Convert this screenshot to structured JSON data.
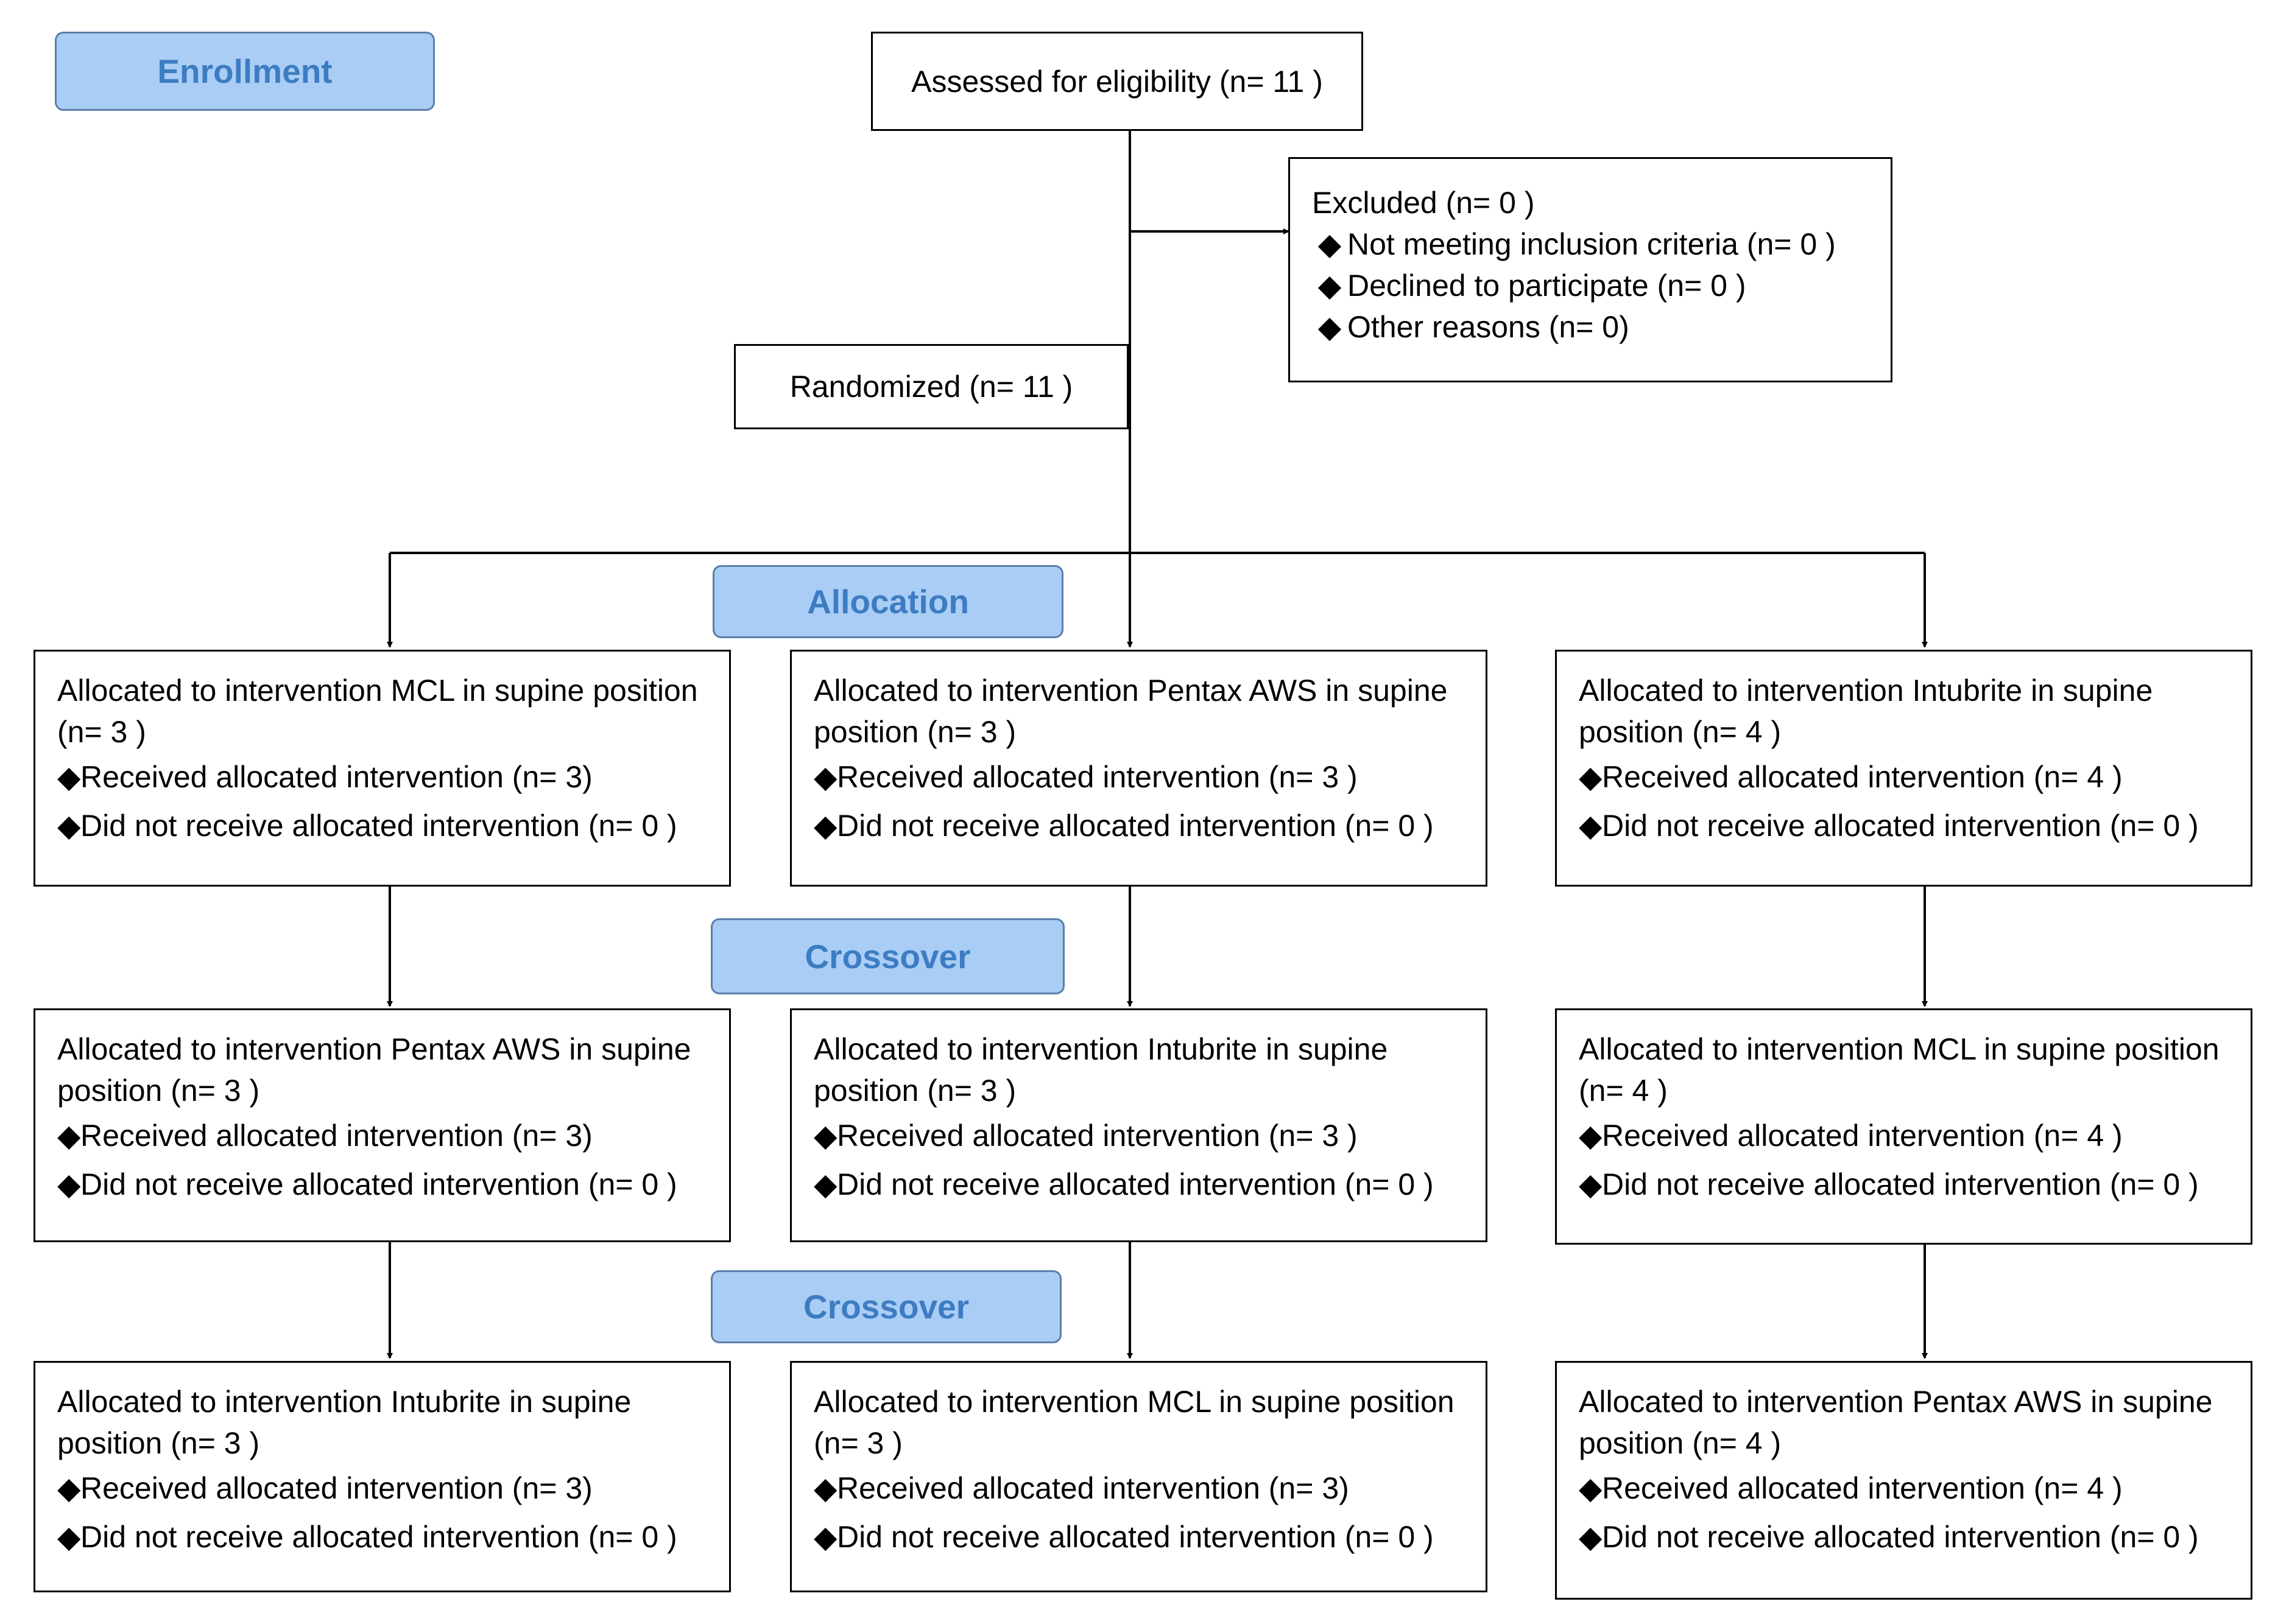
{
  "stages": {
    "enrollment": "Enrollment",
    "allocation": "Allocation",
    "crossover_1": "Crossover",
    "crossover_2": "Crossover"
  },
  "assessed": "Assessed for eligibility (n= 11 )",
  "excluded": {
    "title": "Excluded  (n= 0  )",
    "items": [
      "Not meeting inclusion criteria (n= 0 )",
      "Declined to participate (n= 0 )",
      "Other reasons (n=  0)"
    ]
  },
  "randomized": "Randomized (n= 11 )",
  "bullet_symbol": "◆",
  "rows": [
    [
      {
        "title": "Allocated to intervention MCL in supine position (n= 3 )",
        "received": "Received allocated intervention (n=  3)",
        "not_received": "Did not receive allocated intervention  (n= 0 )"
      },
      {
        "title": "Allocated to intervention Pentax AWS in supine position (n= 3 )",
        "received": "Received allocated intervention (n= 3 )",
        "not_received": "Did not receive allocated intervention  (n= 0 )"
      },
      {
        "title": "Allocated to intervention Intubrite in supine position (n= 4  )",
        "received": "Received allocated intervention (n= 4 )",
        "not_received": "Did not receive allocated intervention  (n= 0 )"
      }
    ],
    [
      {
        "title": "Allocated to intervention Pentax AWS in supine position (n= 3 )",
        "received": "Received allocated intervention (n=  3)",
        "not_received": "Did not receive allocated intervention  (n= 0 )"
      },
      {
        "title": "Allocated to intervention Intubrite in supine position (n= 3 )",
        "received": "Received allocated intervention (n= 3 )",
        "not_received": "Did not receive allocated intervention  (n= 0 )"
      },
      {
        "title": "Allocated to intervention MCL in supine position (n= 4  )",
        "received": "Received allocated intervention (n= 4 )",
        "not_received": "Did not receive allocated intervention  (n= 0 )"
      }
    ],
    [
      {
        "title": "Allocated to intervention Intubrite in supine position (n= 3 )",
        "received": "Received allocated intervention (n=  3)",
        "not_received": "Did not receive allocated intervention  (n= 0 )"
      },
      {
        "title": "Allocated to intervention MCL in supine position (n= 3 )",
        "received": "Received allocated intervention (n=  3)",
        "not_received": "Did not receive allocated intervention  (n= 0 )"
      },
      {
        "title": "Allocated to intervention Pentax AWS in supine position (n= 4  )",
        "received": "Received allocated intervention (n= 4 )",
        "not_received": "Did not receive allocated intervention  (n= 0 )"
      }
    ]
  ]
}
